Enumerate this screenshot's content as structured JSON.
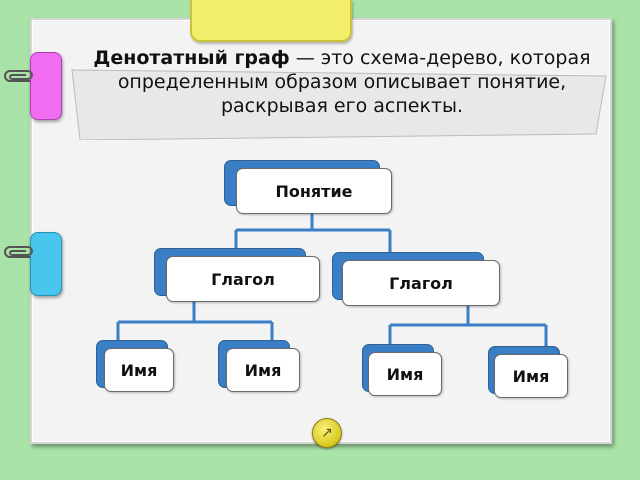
{
  "definition": {
    "term": "Денотатный граф",
    "rest": " — это схема-дерево, которая определенным образом описывает понятие, раскрывая его аспекты."
  },
  "tree": {
    "root": "Понятие",
    "level1": [
      "Глагол",
      "Глагол"
    ],
    "level2": [
      "Имя",
      "Имя",
      "Имя",
      "Имя"
    ]
  },
  "colors": {
    "node_back": "#3a7ec6",
    "background": "#a9e3a8",
    "tab_pink": "#f06cf0",
    "tab_blue": "#47c7ee",
    "sticky": "#f3ee6a"
  },
  "icons": [
    "paperclip-icon",
    "next-slide-icon"
  ]
}
